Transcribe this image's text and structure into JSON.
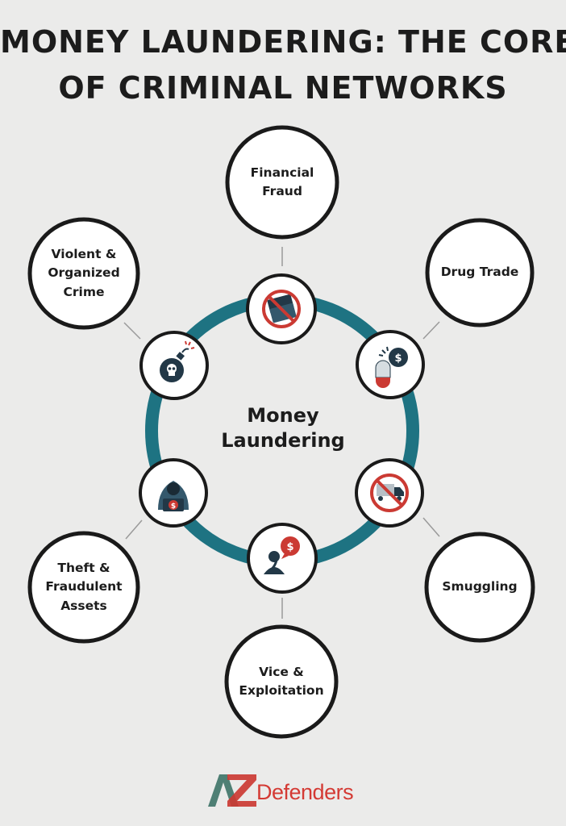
{
  "title": {
    "line1": "MONEY LAUNDERING: THE CORE",
    "line2": "OF CRIMINAL NETWORKS"
  },
  "center": {
    "label": "Money Laundering"
  },
  "nodes": [
    {
      "label": "Financial\nFraud",
      "icon": "no-cash-icon"
    },
    {
      "label": "Drug Trade",
      "icon": "pill-dollar-icon"
    },
    {
      "label": "Smuggling",
      "icon": "no-truck-icon"
    },
    {
      "label": "Vice &\nExploitation",
      "icon": "person-dollar-bubble-icon"
    },
    {
      "label": "Theft &\nFraudulent\nAssets",
      "icon": "hooded-hacker-icon"
    },
    {
      "label": "Violent &\nOrganized\nCrime",
      "icon": "skull-bomb-icon"
    }
  ],
  "logo": {
    "monogram": "AZ",
    "text": "Defenders"
  },
  "colors": {
    "background": "#ebebea",
    "ring": "#1e7382",
    "circle_border": "#1a1a1a",
    "icon_navy": "#223847",
    "icon_red": "#cb3a33",
    "connector": "#9a9a9a"
  }
}
